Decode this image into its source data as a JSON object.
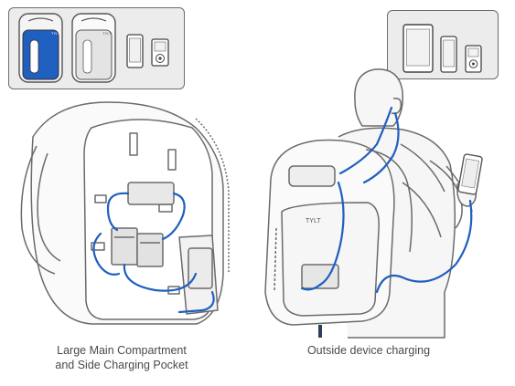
{
  "captions": {
    "left_line1": "Large Main Compartment",
    "left_line2": "and Side Charging Pocket",
    "right": "Outside device charging"
  },
  "brand": {
    "logo_text": "TYLT"
  },
  "colors": {
    "cable_blue": "#1f5fbf",
    "line_gray": "#6b6b6b",
    "inset_bg": "#ececec",
    "fill_light": "#f4f4f4"
  },
  "icons": {
    "left_inset": [
      "backpack-blue-icon",
      "backpack-gray-icon",
      "phone-icon",
      "mp3-player-icon"
    ],
    "right_inset": [
      "tablet-icon",
      "phone-icon",
      "mp3-player-icon"
    ]
  }
}
